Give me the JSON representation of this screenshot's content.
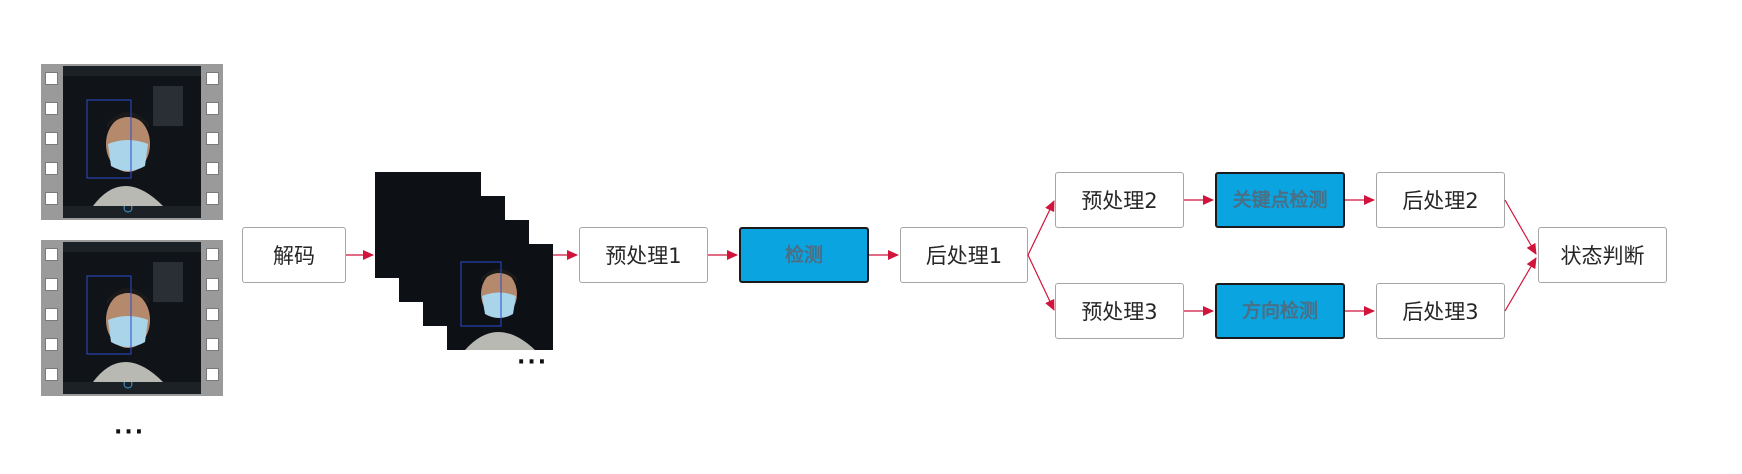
{
  "nodes": {
    "decode": "解码",
    "preprocess1": "预处理1",
    "detect": "检测",
    "postprocess1": "后处理1",
    "preprocess2": "预处理2",
    "keypoint": "关键点检测",
    "postprocess2": "后处理2",
    "preprocess3": "预处理3",
    "direction": "方向检测",
    "postprocess3": "后处理3",
    "state": "状态判断"
  },
  "ellipsis": {
    "video_more": "···",
    "frames_more": "···"
  },
  "colors": {
    "highlight_fill": "#0aa5e0",
    "arrow": "#d0143c",
    "box_border": "#a6a6a6"
  }
}
